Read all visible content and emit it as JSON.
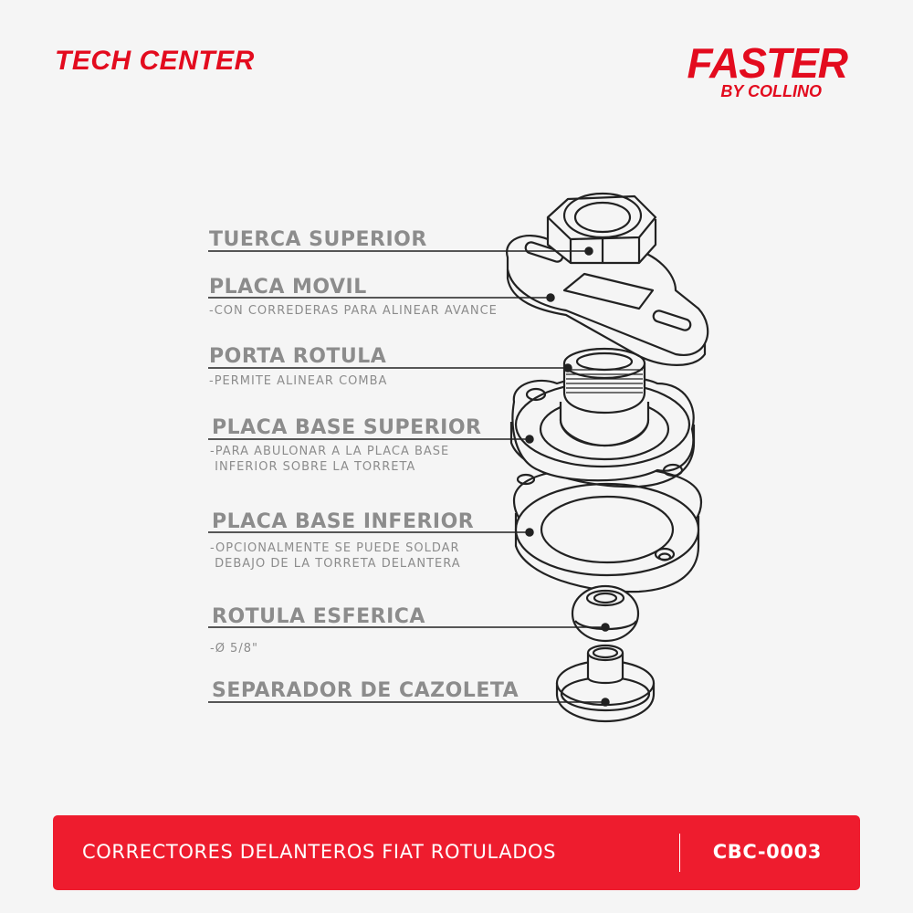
{
  "header": {
    "left_brand": "TECH CENTER",
    "right_brand": "FASTER",
    "right_brand_sub": "BY COLLINO"
  },
  "parts": [
    {
      "name": "TUERCA SUPERIOR",
      "desc": ""
    },
    {
      "name": "PLACA MOVIL",
      "desc": "-CON CORREDERAS PARA ALINEAR AVANCE"
    },
    {
      "name": "PORTA ROTULA",
      "desc": "-PERMITE ALINEAR COMBA"
    },
    {
      "name": "PLACA BASE SUPERIOR",
      "desc": "-PARA ABULONAR A LA PLACA BASE\n INFERIOR SOBRE LA TORRETA"
    },
    {
      "name": "PLACA BASE INFERIOR",
      "desc": "-OPCIONALMENTE SE PUEDE SOLDAR\n DEBAJO DE LA TORRETA DELANTERA"
    },
    {
      "name": "ROTULA ESFERICA",
      "desc": "-Ø 5/8\""
    },
    {
      "name": "SEPARADOR DE CAZOLETA",
      "desc": ""
    }
  ],
  "footer": {
    "title": "CORRECTORES DELANTEROS FIAT ROTULADOS",
    "code": "CBC-0003"
  },
  "colors": {
    "brand_red": "#e30b1e",
    "footer_red": "#ee1c2e",
    "label_gray": "#8c8c8c",
    "line_dark": "#222222"
  }
}
